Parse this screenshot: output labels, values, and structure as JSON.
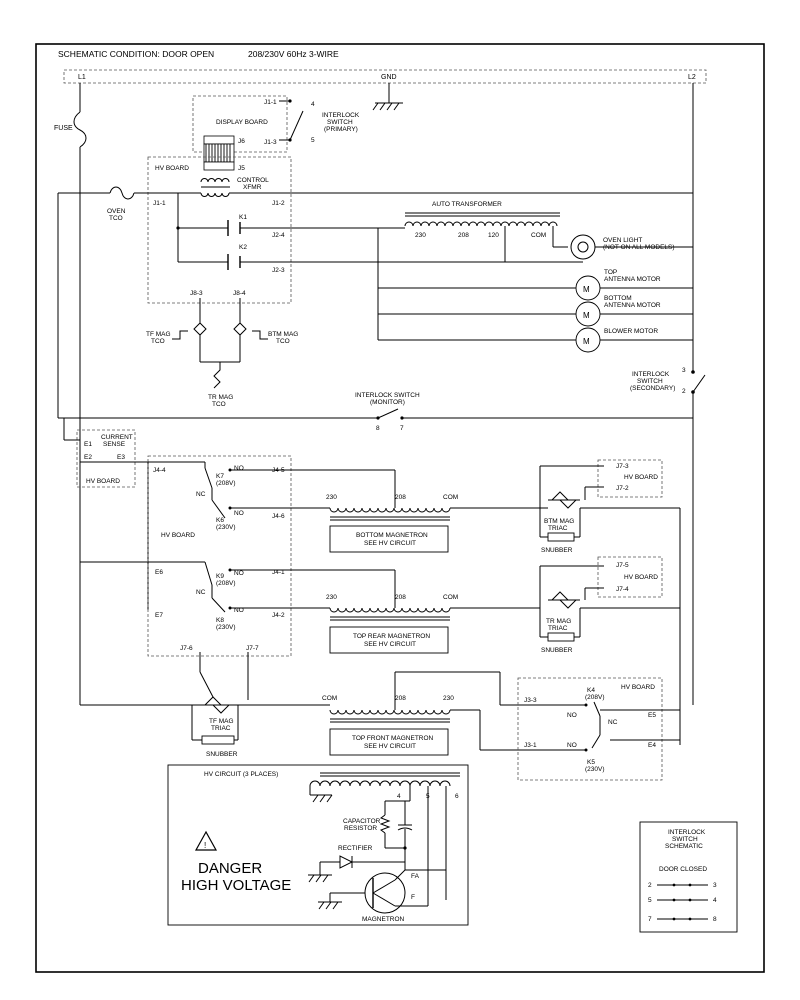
{
  "header": {
    "condition": "SCHEMATIC CONDITION: DOOR OPEN",
    "supply": "208/230V 60Hz 3-WIRE"
  },
  "bus": {
    "l1": "L1",
    "gnd": "GND",
    "l2": "L2"
  },
  "fuse": "FUSE",
  "display_board": {
    "title": "DISPLAY BOARD",
    "j1_1": "J1-1",
    "j1_3": "J1-3",
    "j6": "J6",
    "j5": "J5"
  },
  "interlock_primary": {
    "label": [
      "INTERLOCK",
      "SWITCH",
      "(PRIMARY)"
    ],
    "pin_a": "4",
    "pin_b": "5"
  },
  "hv_board_top": {
    "title": "HV BOARD",
    "xfmr": [
      "CONTROL",
      "XFMR"
    ],
    "j1_1": "J1-1",
    "j1_2": "J1-2",
    "j2_4": "J2-4",
    "j2_3": "J2-3",
    "k1": "K1",
    "k2": "K2",
    "j8_3": "J8-3",
    "j8_4": "J8-4"
  },
  "oven_tco": [
    "OVEN",
    "TCO"
  ],
  "auto_transformer": {
    "title": "AUTO TRANSFORMER",
    "taps": [
      "230",
      "208",
      "120",
      "COM"
    ]
  },
  "loads": {
    "oven_light": [
      "OVEN LIGHT",
      "(NOT ON ALL MODELS)"
    ],
    "top_antenna": [
      "TOP",
      "ANTENNA MOTOR"
    ],
    "bottom_antenna": [
      "BOTTOM",
      "ANTENNA MOTOR"
    ],
    "blower": [
      "BLOWER MOTOR"
    ],
    "motor_symbol": "M"
  },
  "mag_tcos": {
    "tf": [
      "TF MAG",
      "TCO"
    ],
    "btm": [
      "BTM MAG",
      "TCO"
    ],
    "tr": [
      "TR MAG",
      "TCO"
    ]
  },
  "interlock_secondary": {
    "label": [
      "INTERLOCK",
      "SWITCH",
      "(SECONDARY)"
    ],
    "pin_a": "3",
    "pin_b": "2"
  },
  "interlock_monitor": {
    "label": [
      "INTERLOCK SWITCH",
      "(MONITOR)"
    ],
    "pin_a": "8",
    "pin_b": "7"
  },
  "current_sense": {
    "title": [
      "CURRENT",
      "SENSE"
    ],
    "e1": "E1",
    "e2": "E2",
    "e3": "E3",
    "board": "HV BOARD"
  },
  "hv_board_mid": {
    "title": "HV BOARD",
    "j4_4": "J4-4",
    "j4_5": "J4-5",
    "j4_6": "J4-6",
    "j4_1": "J4-1",
    "j4_2": "J4-2",
    "e6": "E6",
    "e7": "E7",
    "j7_6": "J7-6",
    "j7_7": "J7-7",
    "no": "NO",
    "nc": "NC",
    "k7": [
      "K7",
      "(208V)"
    ],
    "k6": [
      "K6",
      "(230V)"
    ],
    "k9": [
      "K9",
      "(208V)"
    ],
    "k8": [
      "K8",
      "(230V)"
    ]
  },
  "magnetrons": {
    "bottom": {
      "taps": [
        "230",
        "208",
        "COM"
      ],
      "label": [
        "BOTTOM MAGNETRON",
        "SEE HV CIRCUIT"
      ]
    },
    "top_rear": {
      "taps": [
        "230",
        "208",
        "COM"
      ],
      "label": [
        "TOP REAR MAGNETRON",
        "SEE HV CIRCUIT"
      ]
    },
    "top_front": {
      "taps": [
        "COM",
        "208",
        "230"
      ],
      "label": [
        "TOP FRONT MAGNETRON",
        "SEE HV CIRCUIT"
      ]
    }
  },
  "triacs": {
    "btm": {
      "label": [
        "BTM MAG",
        "TRIAC"
      ],
      "board": "HV BOARD",
      "pin_a": "J7-3",
      "pin_b": "J7-2"
    },
    "tr": {
      "label": [
        "TR MAG",
        "TRIAC"
      ],
      "board": "HV BOARD",
      "pin_a": "J7-5",
      "pin_b": "J7-4"
    },
    "tf": {
      "label": [
        "TF MAG",
        "TRIAC"
      ]
    },
    "snubber": "SNUBBER"
  },
  "hv_board_bottom": {
    "title": "HV BOARD",
    "j3_3": "J3-3",
    "j3_1": "J3-1",
    "k4": [
      "K4",
      "(208V)"
    ],
    "k5": [
      "K5",
      "(230V)"
    ],
    "no": "NO",
    "nc": "NC",
    "e5": "E5",
    "e4": "E4"
  },
  "hv_circuit": {
    "title": "HV CIRCUIT (3 PLACES)",
    "pins": [
      "4",
      "5",
      "6"
    ],
    "cap": [
      "CAPACITOR",
      "RESISTOR"
    ],
    "rectifier": "RECTIFIER",
    "fa": "FA",
    "f": "F",
    "magnetron": "MAGNETRON",
    "danger": [
      "DANGER",
      "HIGH VOLTAGE"
    ],
    "warning_glyph": "!"
  },
  "legend": {
    "title": [
      "INTERLOCK",
      "SWITCH",
      "SCHEMATIC"
    ],
    "door": "DOOR CLOSED",
    "rows": [
      [
        "2",
        "3"
      ],
      [
        "5",
        "4"
      ],
      [
        "7",
        "8"
      ]
    ]
  }
}
